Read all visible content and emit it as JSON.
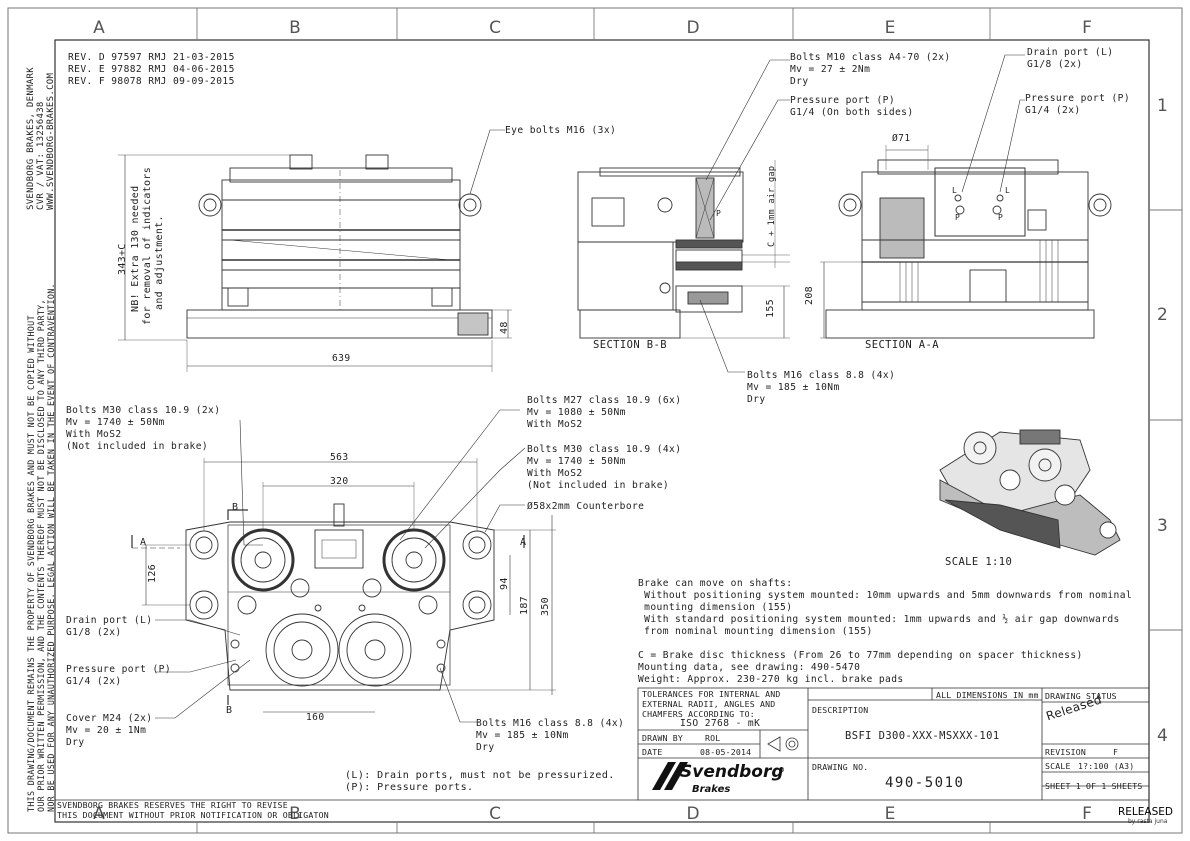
{
  "grid": {
    "cols": [
      "A",
      "B",
      "C",
      "D",
      "E",
      "F"
    ],
    "rows": [
      "1",
      "2",
      "3",
      "4"
    ]
  },
  "revisions": [
    "REV. D 97597 RMJ 21-03-2015",
    "REV. E 97882 RMJ 04-06-2015",
    "REV. F 98078 RMJ 09-09-2015"
  ],
  "company_side": [
    "SVENDBORG BRAKES, DENMARK",
    "CVR / VAT: 13256438",
    "WWW.SVENDBORG-BRAKES.COM"
  ],
  "property_notice": [
    "THIS DRAWING/DOCUMENT REMAINS THE PROPERTY OF SVENDBORG BRAKES AND MUST NOT BE COPIED WITHOUT",
    "OUR PRIOR WRITTEN PERMISSION, AND THE CONTENTS THEREOF MUST NOT BE DISCLOSED TO ANY THIRD PARTY,",
    "NOR BE USED FOR ANY UNAUTHORIZED PURPOSE. LEGAL ACTION WILL BE TAKEN IN THE EVENT OF CONTRAVENTION."
  ],
  "callouts": {
    "eye_bolts": "Eye bolts M16 (3x)",
    "bolts_m10": [
      "Bolts M10 class A4-70 (2x)",
      "Mv = 27 ± 2Nm",
      "Dry"
    ],
    "pressure_port_top": [
      "Pressure port (P)",
      "G1/4 (On both sides)"
    ],
    "drain_port_right": [
      "Drain port (L)",
      "G1/8 (2x)"
    ],
    "pressure_port_right": [
      "Pressure port (P)",
      "G1/4 (2x)"
    ],
    "air_gap": "C + 1mm air gap",
    "nb_note": [
      "NB! Extra 130 needed",
      "for removal of indicators",
      "and adjustment."
    ],
    "bolts_m16_top": [
      "Bolts M16 class 8.8 (4x)",
      "Mv = 185 ± 10Nm",
      "Dry"
    ],
    "bolts_m30_left": [
      "Bolts M30 class 10.9 (2x)",
      "Mv = 1740 ± 50Nm",
      "With MoS2",
      "(Not included in brake)"
    ],
    "bolts_m27": [
      "Bolts M27 class 10.9 (6x)",
      "Mv = 1080 ± 50Nm",
      "With MoS2"
    ],
    "bolts_m30_right": [
      "Bolts M30 class 10.9 (4x)",
      "Mv = 1740 ± 50Nm",
      "With MoS2",
      "(Not included in brake)"
    ],
    "counterbore": "Ø58x2mm Counterbore",
    "drain_port_left": [
      "Drain port (L)",
      "G1/8 (2x)"
    ],
    "pressure_port_left": [
      "Pressure port (P)",
      "G1/4 (2x)"
    ],
    "cover": [
      "Cover M24 (2x)",
      "Mv = 20 ± 1Nm",
      "Dry"
    ],
    "bolts_m16_bottom": [
      "Bolts M16 class 8.8 (4x)",
      "Mv = 185 ± 10Nm",
      "Dry"
    ]
  },
  "dims": {
    "d343": "343+C",
    "d48": "48",
    "d639": "639",
    "d71": "Ø71",
    "d155": "155",
    "d208": "208",
    "d563": "563",
    "d320": "320",
    "d126": "126",
    "d94": "94",
    "d187": "187",
    "d350": "350",
    "d160": "160"
  },
  "section_labels": {
    "b": "SECTION B-B",
    "a": "SECTION A-A",
    "scale": "SCALE 1:10"
  },
  "markers": {
    "a": "A",
    "b": "B",
    "l": "L",
    "p": "P"
  },
  "notes": [
    "Brake can move on shafts:",
    " Without positioning system mounted: 10mm upwards and 5mm downwards from nominal",
    " mounting dimension (155)",
    " With standard positioning system mounted: 1mm upwards and ½ air gap downwards",
    " from nominal mounting dimension (155)",
    "",
    "C = Brake disc thickness (From 26 to 77mm depending on spacer thickness)",
    "Mounting data, see drawing: 490-5470",
    "Weight: Approx. 230-270 kg incl. brake pads"
  ],
  "ports_note": [
    "(L): Drain ports, must not be pressurized.",
    "(P): Pressure ports."
  ],
  "bottom_notice": [
    "SVENDBORG BRAKES RESERVES THE RIGHT TO REVISE",
    "THIS DOCUMENT WITHOUT PRIOR NOTIFICATION OR OBLIGATON"
  ],
  "title_block": {
    "tolerances": [
      "TOLERANCES FOR INTERNAL AND",
      "EXTERNAL RADII, ANGLES AND",
      "CHAMFERS ACCORDING TO:"
    ],
    "iso": "ISO 2768 - mK",
    "drawn_by_label": "DRAWN BY",
    "drawn_by": "ROL",
    "date_label": "DATE",
    "date": "08-05-2014",
    "all_dims": "ALL DIMENSIONS IN mm",
    "description_label": "DESCRIPTION",
    "description": "BSFI D300-XXX-MSXXX-101",
    "drawing_no_label": "DRAWING NO.",
    "drawing_no": "490-5010",
    "status_label": "DRAWING STATUS",
    "status": "Released",
    "revision_label": "REVISION",
    "revision": "F",
    "scale_label": "SCALE",
    "scale": "1?:100 (A3)",
    "sheet": "SHEET 1 OF 1 SHEETS",
    "logo_main": "Svendborg",
    "logo_sub": "Brakes",
    "logo_reg": "®"
  },
  "stamp": {
    "main": "RELEASED",
    "sub": "by rasta juna"
  }
}
